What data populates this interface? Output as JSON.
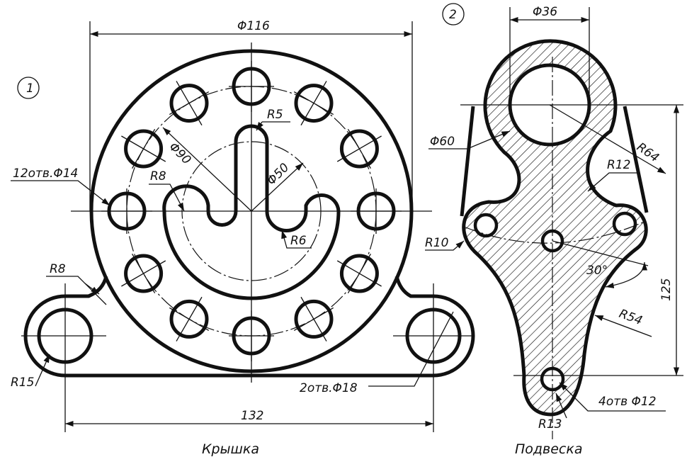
{
  "part1": {
    "number": "1",
    "caption": "Крышка",
    "dims": {
      "outer_diameter": "Φ116",
      "bolt_circle": "Φ90",
      "holes": "12отв.Φ14",
      "inner_circle": "Φ50",
      "slot_radius": "R5",
      "fillet_inner": "R8",
      "fillet_small": "R6",
      "fillet_outer": "R8",
      "ear_radius": "R15",
      "ear_holes": "2отв.Φ18",
      "overall_width": "132"
    }
  },
  "part2": {
    "number": "2",
    "caption": "Подвеска",
    "dims": {
      "hole_diameter": "Φ36",
      "ring_diameter": "Φ60",
      "arc_radius": "R64",
      "notch_radius": "R12",
      "lobe_radius": "R10",
      "angle": "30°",
      "height": "125",
      "side_radius": "R54",
      "small_holes": "4отв Φ12",
      "bottom_radius": "R13"
    }
  }
}
